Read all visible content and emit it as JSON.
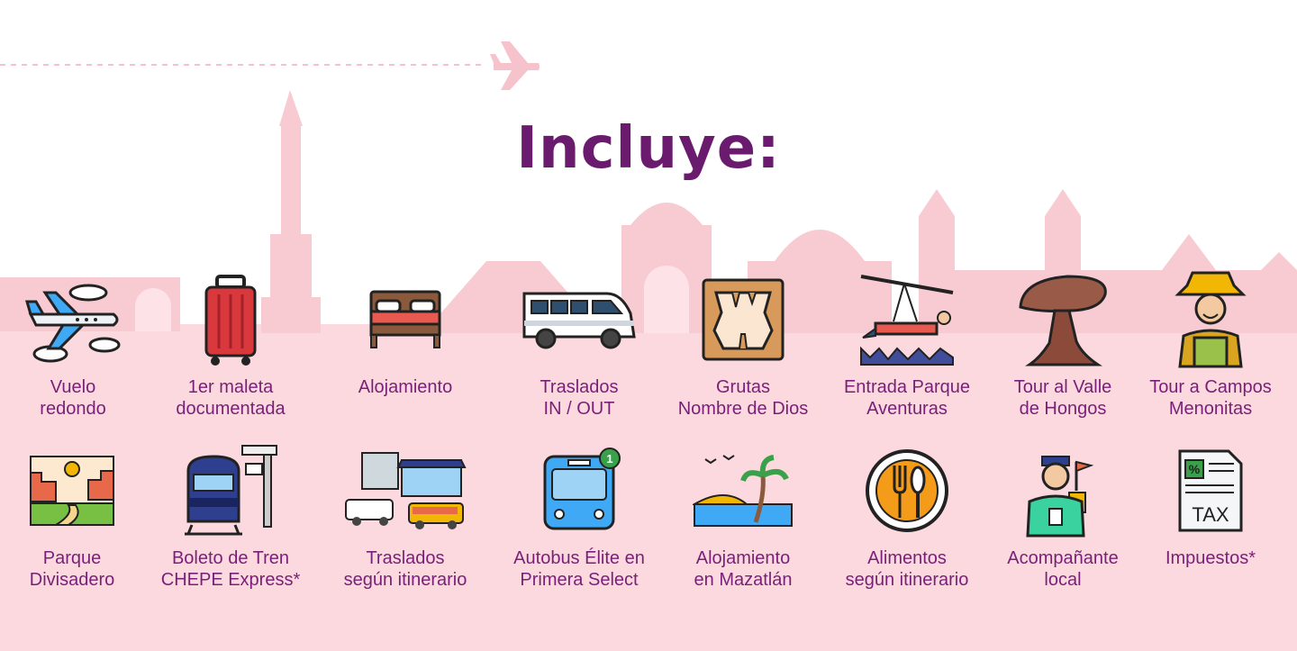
{
  "page": {
    "title": "Incluye:",
    "colors": {
      "title": "#6a1b6e",
      "label": "#7a1f78",
      "background_band": "#fbd9df",
      "skyline": "#f8c9d1"
    }
  },
  "items": [
    {
      "icon": "airplane-clouds-icon",
      "line1": "Vuelo",
      "line2": "redondo"
    },
    {
      "icon": "suitcase-icon",
      "line1": "1er maleta",
      "line2": "documentada"
    },
    {
      "icon": "bed-icon",
      "line1": "Alojamiento",
      "line2": ""
    },
    {
      "icon": "van-icon",
      "line1": "Traslados",
      "line2": "IN / OUT"
    },
    {
      "icon": "cave-icon",
      "line1": "Grutas",
      "line2": "Nombre de Dios"
    },
    {
      "icon": "zipline-icon",
      "line1": "Entrada Parque",
      "line2": "Aventuras"
    },
    {
      "icon": "mushroom-rock-icon",
      "line1": "Tour al Valle",
      "line2": "de Hongos"
    },
    {
      "icon": "farmer-icon",
      "line1": "Tour a Campos",
      "line2": "Menonitas"
    },
    {
      "icon": "canyon-icon",
      "line1": "Parque",
      "line2": "Divisadero"
    },
    {
      "icon": "train-icon",
      "line1": "Boleto de Tren",
      "line2": "CHEPE Express*"
    },
    {
      "icon": "transport-city-icon",
      "line1": "Traslados",
      "line2": "según itinerario"
    },
    {
      "icon": "bus-icon",
      "line1": "Autobus Élite en",
      "line2": "Primera Select"
    },
    {
      "icon": "beach-icon",
      "line1": "Alojamiento",
      "line2": "en Mazatlán"
    },
    {
      "icon": "plate-cutlery-icon",
      "line1": "Alimentos",
      "line2": "según itinerario"
    },
    {
      "icon": "guide-icon",
      "line1": "Acompañante",
      "line2": "local"
    },
    {
      "icon": "tax-document-icon",
      "line1": "Impuestos*",
      "line2": ""
    }
  ]
}
